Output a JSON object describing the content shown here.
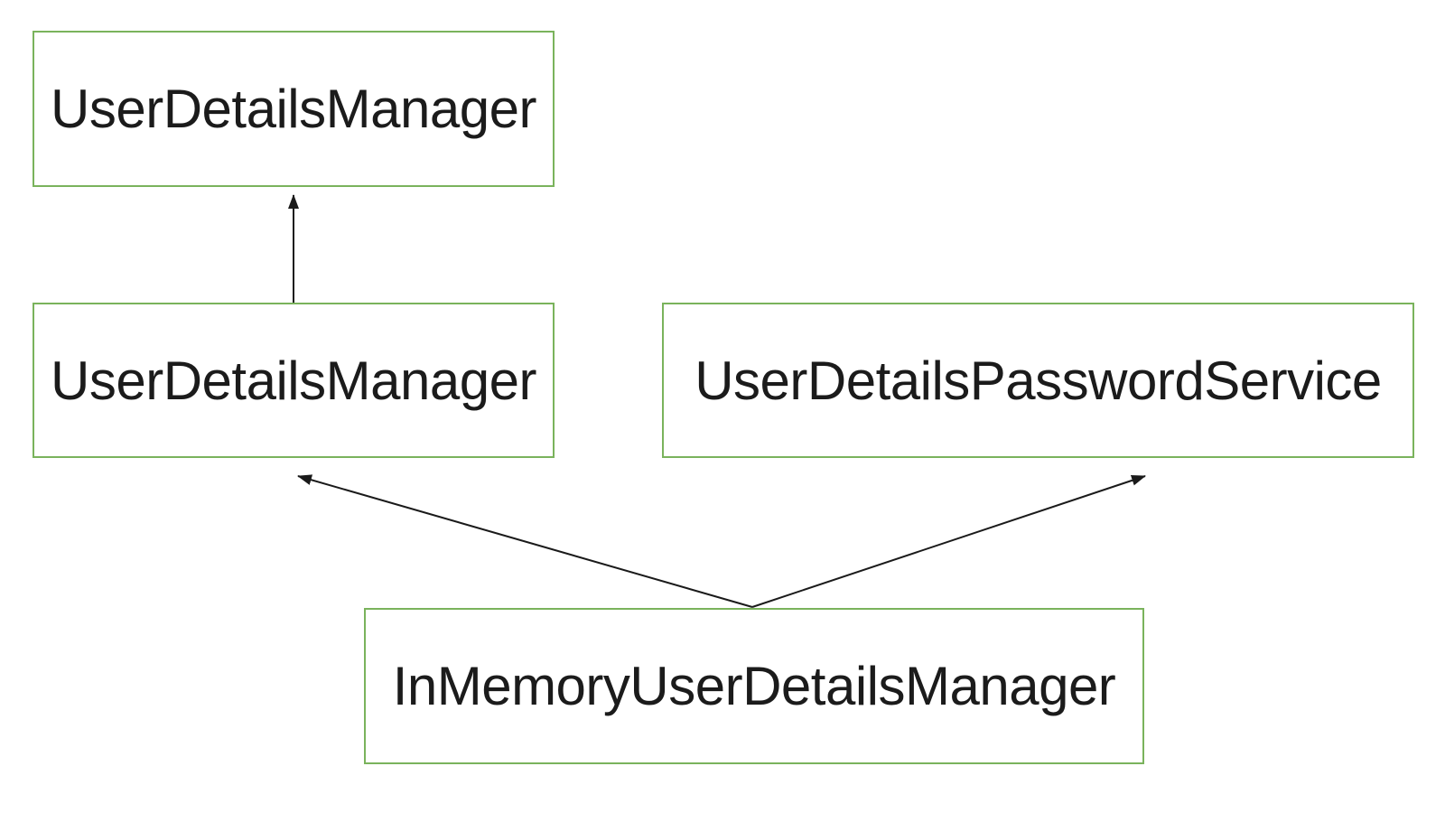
{
  "diagram": {
    "type": "class-hierarchy",
    "background_color": "#ffffff",
    "node_border_color": "#7ab35c",
    "node_fill_color": "#ffffff",
    "text_color": "#1b1b1b",
    "arrow_color": "#1a1a1a",
    "nodes": [
      {
        "id": "userdetailsmanager-top",
        "label": "UserDetailsManager"
      },
      {
        "id": "userdetailsmanager-mid",
        "label": "UserDetailsManager"
      },
      {
        "id": "userdetailspasswordservice",
        "label": "UserDetailsPasswordService"
      },
      {
        "id": "inmemoryuserdetailsmanager",
        "label": "InMemoryUserDetailsManager"
      }
    ],
    "edges": [
      {
        "from": "userdetailsmanager-mid",
        "to": "userdetailsmanager-top",
        "style": "arrow"
      },
      {
        "from": "inmemoryuserdetailsmanager",
        "to": "userdetailsmanager-mid",
        "style": "arrow"
      },
      {
        "from": "inmemoryuserdetailsmanager",
        "to": "userdetailspasswordservice",
        "style": "arrow"
      }
    ]
  }
}
